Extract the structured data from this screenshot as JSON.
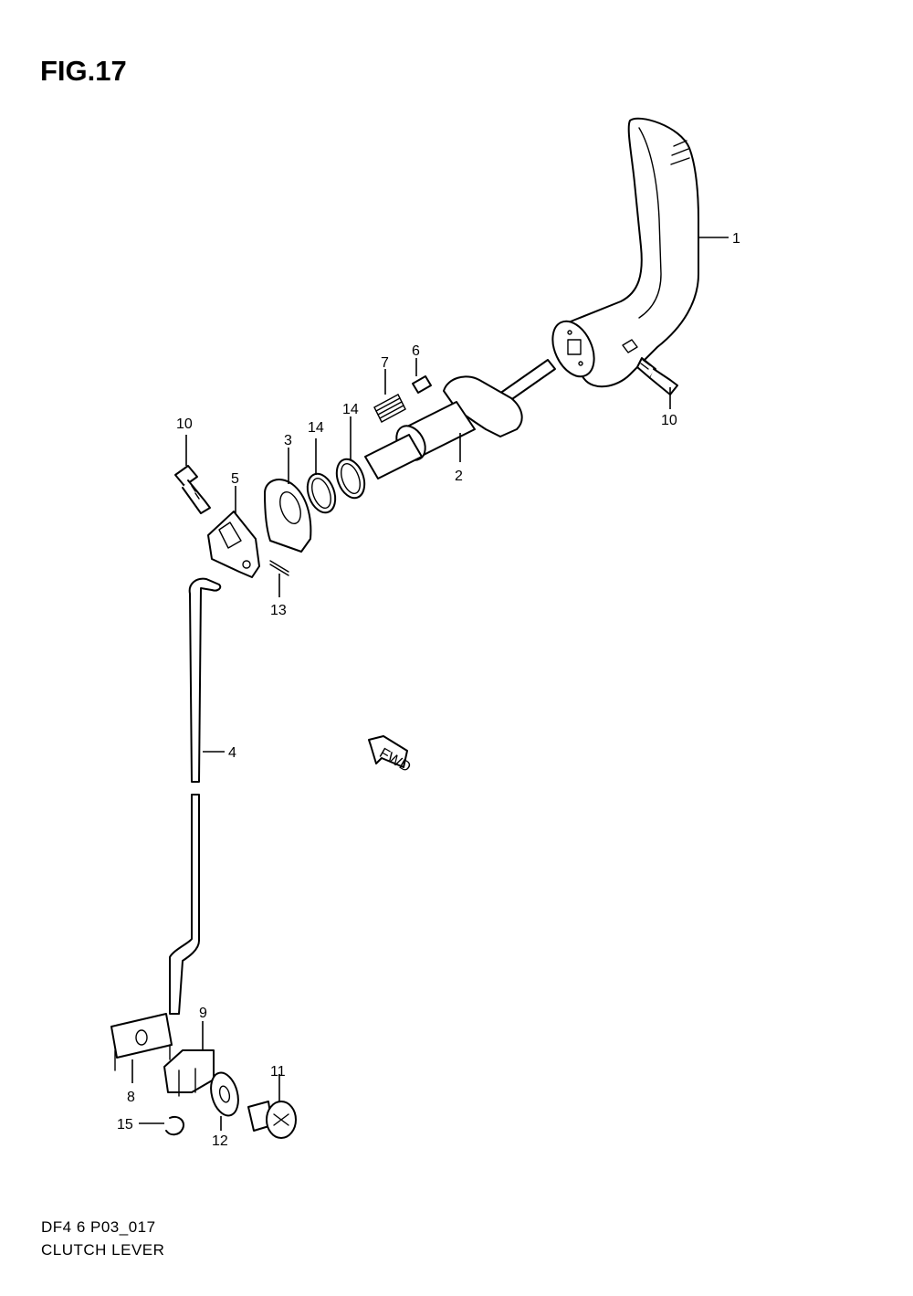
{
  "figure": {
    "title": "FIG.17",
    "model_code": "DF4 6 P03_017",
    "caption": "CLUTCH LEVER"
  },
  "fwd_marker": {
    "text": "FWD"
  },
  "callouts": {
    "c1": "1",
    "c2": "2",
    "c3": "3",
    "c4": "4",
    "c5": "5",
    "c6": "6",
    "c7": "7",
    "c8": "8",
    "c9": "9",
    "c10a": "10",
    "c10b": "10",
    "c11": "11",
    "c12": "12",
    "c13": "13",
    "c14": "14",
    "c14b": "14",
    "c15": "15"
  }
}
